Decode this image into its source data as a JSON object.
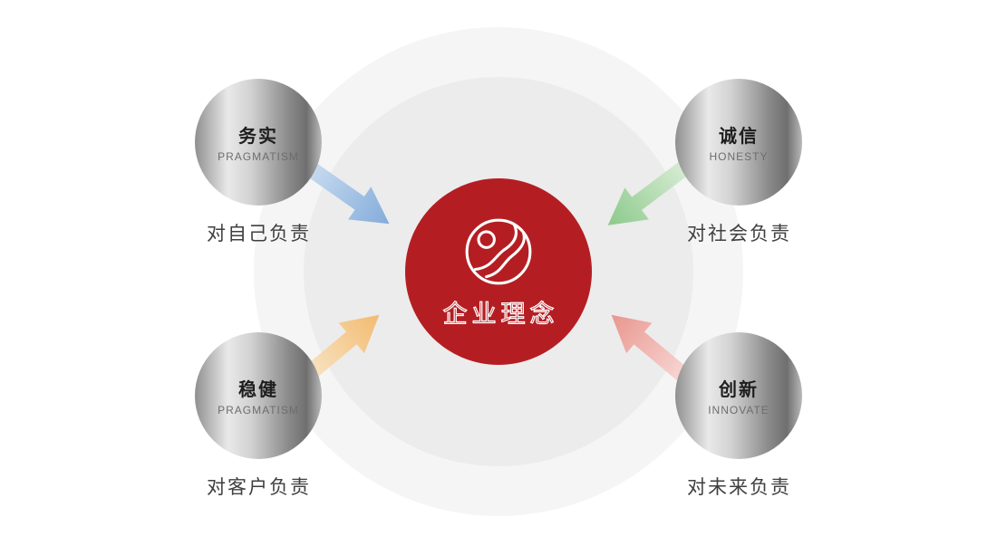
{
  "page": {
    "background_color": "#ffffff",
    "inner_ring_color": "#ececec",
    "outer_ring_color": "#f5f5f5"
  },
  "center": {
    "title": "企业理念",
    "circle_color": "#b41e23",
    "logo_icon": "s-emblem-circle-icon",
    "title_color": "#ffffff"
  },
  "nodes": [
    {
      "zh": "务实",
      "en": "PRAGMATISM",
      "caption": "对自己负责",
      "position": "top-left",
      "arrow": {
        "tail": "#cfe0f2",
        "head": "#84acda"
      }
    },
    {
      "zh": "诚信",
      "en": "HONESTY",
      "caption": "对社会负责",
      "position": "top-right",
      "arrow": {
        "tail": "#dff0da",
        "head": "#8cc98c"
      }
    },
    {
      "zh": "稳健",
      "en": "PRAGMATISM",
      "caption": "对客户负责",
      "position": "bottom-left",
      "arrow": {
        "tail": "#f9ead1",
        "head": "#f2bb70"
      }
    },
    {
      "zh": "创新",
      "en": "INNOVATE",
      "caption": "对未来负责",
      "position": "bottom-right",
      "arrow": {
        "tail": "#f9dedb",
        "head": "#e9968f"
      }
    }
  ]
}
